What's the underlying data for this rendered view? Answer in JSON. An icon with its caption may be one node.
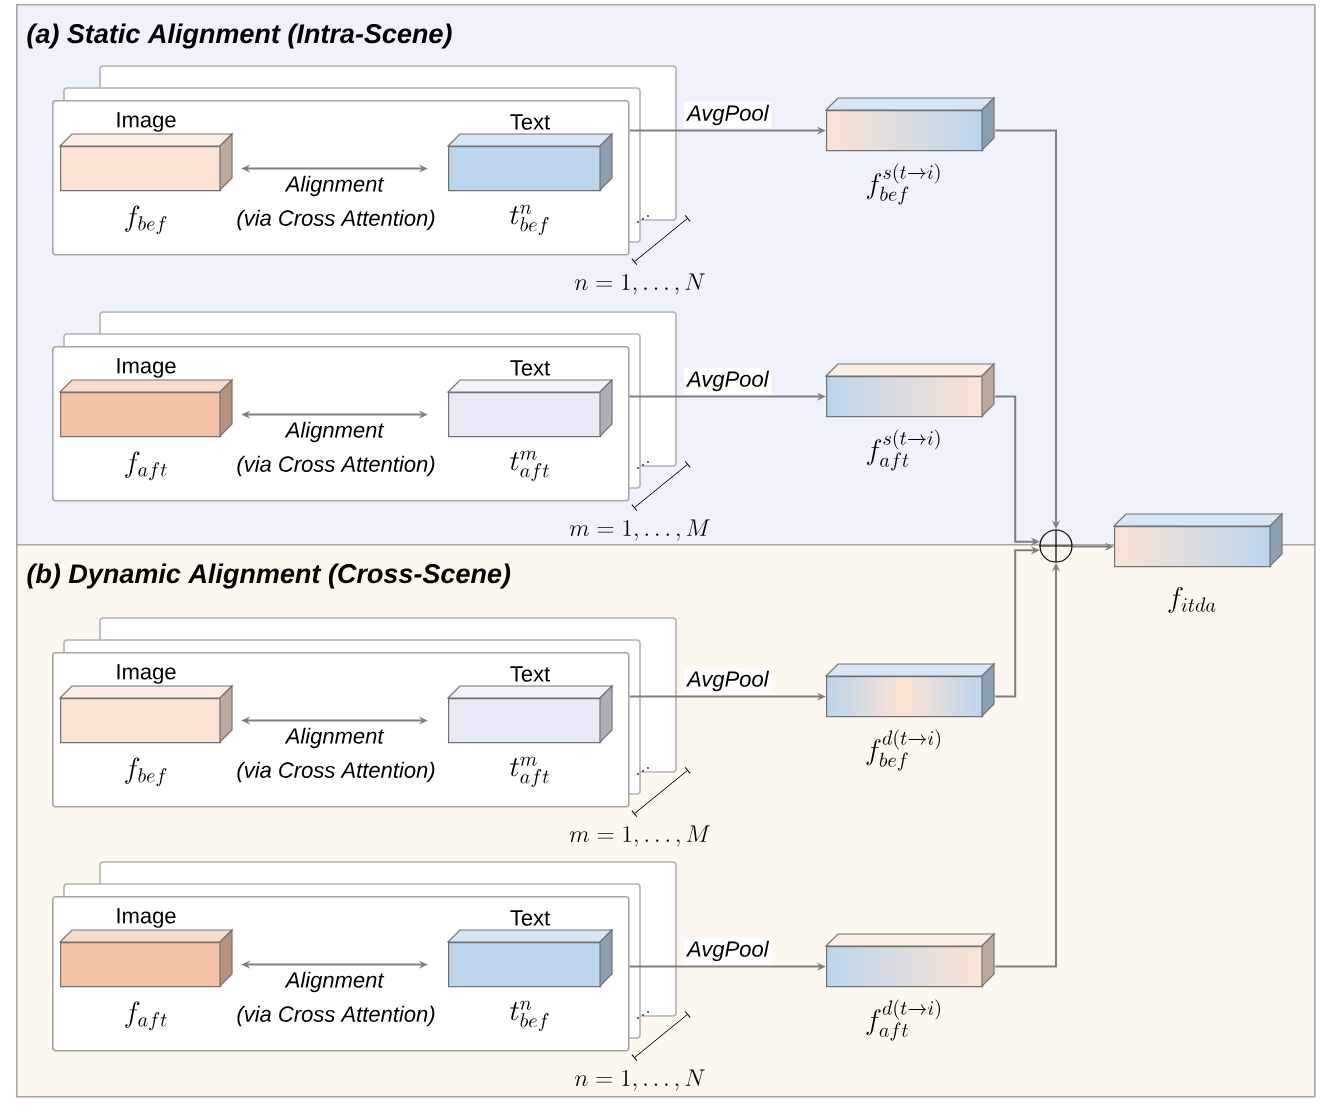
{
  "diagram": {
    "nodes": [
      {
        "text": [
          "(a) Static Alignment (Intra-Scene)"
        ]
      },
      {
        "text": [],
        "shape": "box",
        "in": 0,
        "beside": [
          "n = 1, \\ldots, N"
        ]
      },
      {
        "text": [
          "Image",
          "f_{bef}"
        ],
        "in": 1
      },
      {
        "text": [
          "Text",
          "t^{n}_{bef}"
        ],
        "in": 1
      },
      {
        "text": [
          "f^{s(t\\to i)}_{bef}"
        ],
        "in": 0
      },
      {
        "text": [],
        "shape": "box",
        "in": 0,
        "beside": [
          "m = 1, \\ldots, M"
        ]
      },
      {
        "text": [
          "Image",
          "f_{aft}"
        ],
        "in": 5
      },
      {
        "text": [
          "Text",
          "t^{m}_{aft}"
        ],
        "in": 5
      },
      {
        "text": [
          "f^{s(t\\to i)}_{aft}"
        ],
        "in": 0
      },
      {
        "text": [
          "(b) Dynamic Alignment (Cross-Scene)"
        ]
      },
      {
        "text": [],
        "shape": "box",
        "in": 9,
        "beside": [
          "m = 1, \\ldots, M"
        ]
      },
      {
        "text": [
          "Image",
          "f_{bef}"
        ],
        "in": 10
      },
      {
        "text": [
          "Text",
          "t^{m}_{aft}"
        ],
        "in": 10
      },
      {
        "text": [
          "f^{d(t\\to i)}_{bef}"
        ],
        "in": 9
      },
      {
        "text": [],
        "shape": "box",
        "in": 9,
        "beside": [
          "n = 1, \\ldots, N"
        ]
      },
      {
        "text": [
          "Image",
          "f_{aft}"
        ],
        "in": 14
      },
      {
        "text": [
          "Text",
          "t^{n}_{bef}"
        ],
        "in": 14
      },
      {
        "text": [
          "f^{d(t\\to i)}_{aft}"
        ],
        "in": 9
      },
      {
        "text": [],
        "shape": "circle"
      },
      {
        "text": [
          "f_{itda}"
        ]
      }
    ],
    "edges": [
      {
        "from": 2,
        "to": 3,
        "arrow": "both",
        "label": "Alignment"
      },
      {
        "from": 1,
        "to": 4,
        "arrow": "to",
        "label": "AvgPool"
      },
      {
        "from": 6,
        "to": 7,
        "arrow": "both",
        "label": "Alignment"
      },
      {
        "from": 5,
        "to": 8,
        "arrow": "to",
        "label": "AvgPool"
      },
      {
        "from": 11,
        "to": 12,
        "arrow": "both",
        "label": "Alignment"
      },
      {
        "from": 10,
        "to": 13,
        "arrow": "to",
        "label": "AvgPool"
      },
      {
        "from": 15,
        "to": 16,
        "arrow": "both",
        "label": "Alignment"
      },
      {
        "from": 14,
        "to": 17,
        "arrow": "to",
        "label": "AvgPool"
      },
      {
        "from": 4,
        "to": 18,
        "arrow": "to"
      },
      {
        "from": 8,
        "to": 18,
        "arrow": "to"
      },
      {
        "from": 13,
        "to": 18,
        "arrow": "to"
      },
      {
        "from": 17,
        "to": 18,
        "arrow": "to"
      },
      {
        "from": 18,
        "to": 19,
        "arrow": "to"
      }
    ],
    "labels": [
      "(via Cross Attention)",
      "(via Cross Attention)",
      "(via Cross Attention)",
      "(via Cross Attention)"
    ]
  }
}
